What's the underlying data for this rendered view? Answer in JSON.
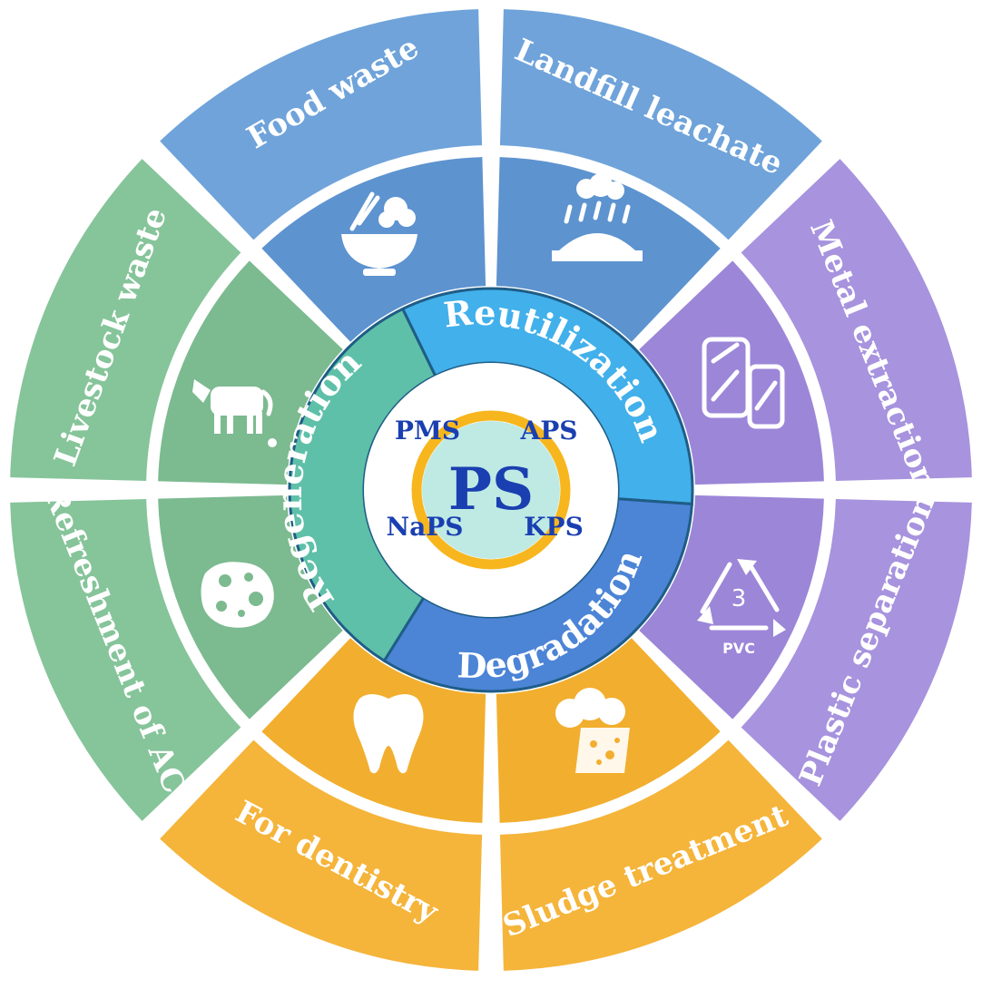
{
  "center": {
    "title": "PS",
    "corners": {
      "top_left": "PMS",
      "top_right": "APS",
      "bottom_left": "NaPS",
      "bottom_right": "KPS"
    }
  },
  "categories": {
    "reutilization": "Reutilization",
    "degradation": "Degradation",
    "regeneration": "Regeneration"
  },
  "applications": {
    "food_waste": "Food waste",
    "landfill_leachate": "Landfill leachate",
    "metal_extraction": "Metal extraction",
    "plastic_separation": "Plastic separation",
    "sludge_treatment": "Sludge treatment",
    "for_dentistry": "For dentistry",
    "refreshment_of_ac": "Refreshment of AC",
    "livestock_waste": "Livestock waste"
  },
  "icon_labels": {
    "pvc_code": "3",
    "pvc_text": "PVC"
  },
  "colors": {
    "blue_outer": "#6fa3da",
    "blue_inner": "#5d93cf",
    "purple_outer": "#a793de",
    "purple_inner": "#9c86d8",
    "orange_outer": "#f5b43a",
    "orange_inner": "#f2ae2e",
    "green_outer": "#86c49a",
    "green_inner": "#7cba90",
    "reutilization": "#42b0ea",
    "degradation": "#4c84d6",
    "regeneration": "#5ec0a8",
    "center_ring": "#f7b61d",
    "center_fill": "#bfeae4",
    "text_blue": "#1a3fb0"
  }
}
